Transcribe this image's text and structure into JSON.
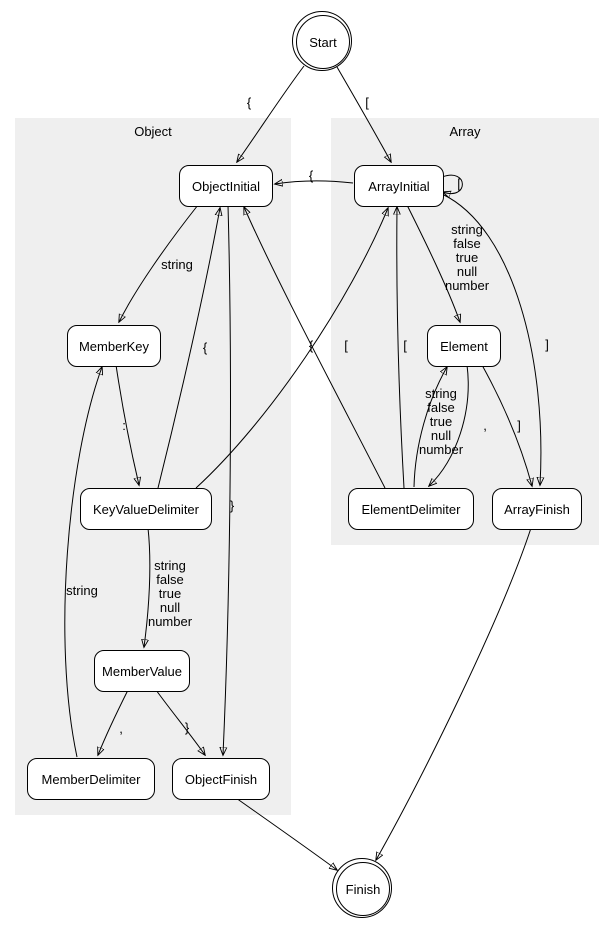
{
  "diagram": {
    "clusters": {
      "object": {
        "label": "Object"
      },
      "array": {
        "label": "Array"
      }
    },
    "nodes": {
      "start": {
        "label": "Start"
      },
      "finish": {
        "label": "Finish"
      },
      "object_initial": {
        "label": "ObjectInitial"
      },
      "member_key": {
        "label": "MemberKey"
      },
      "key_value_delimiter": {
        "label": "KeyValueDelimiter"
      },
      "member_value": {
        "label": "MemberValue"
      },
      "member_delimiter": {
        "label": "MemberDelimiter"
      },
      "object_finish": {
        "label": "ObjectFinish"
      },
      "array_initial": {
        "label": "ArrayInitial"
      },
      "element": {
        "label": "Element"
      },
      "element_delimiter": {
        "label": "ElementDelimiter"
      },
      "array_finish": {
        "label": "ArrayFinish"
      }
    },
    "edges": {
      "start_to_objectinitial": {
        "from": "Start",
        "to": "ObjectInitial",
        "label": "{"
      },
      "start_to_arrayinitial": {
        "from": "Start",
        "to": "ArrayInitial",
        "label": "["
      },
      "arrayinitial_to_objectinitial": {
        "from": "ArrayInitial",
        "to": "ObjectInitial",
        "label": "{"
      },
      "arrayinitial_self": {
        "from": "ArrayInitial",
        "to": "ArrayInitial",
        "label": "["
      },
      "arrayinitial_to_element": {
        "from": "ArrayInitial",
        "to": "Element",
        "label": "string\nfalse\ntrue\nnull\nnumber"
      },
      "arrayinitial_to_arrayfinish": {
        "from": "ArrayInitial",
        "to": "ArrayFinish",
        "label": "]"
      },
      "objectinitial_to_memberkey": {
        "from": "ObjectInitial",
        "to": "MemberKey",
        "label": "string"
      },
      "objectinitial_to_objectfinish": {
        "from": "ObjectInitial",
        "to": "ObjectFinish",
        "label": "}"
      },
      "memberkey_to_keyvaluedelimiter": {
        "from": "MemberKey",
        "to": "KeyValueDelimiter",
        "label": ":"
      },
      "keyvaluedelimiter_to_membervalue": {
        "from": "KeyValueDelimiter",
        "to": "MemberValue",
        "label": "string\nfalse\ntrue\nnull\nnumber"
      },
      "keyvaluedelimiter_to_objectinitial": {
        "from": "KeyValueDelimiter",
        "to": "ObjectInitial",
        "label": "{"
      },
      "keyvaluedelimiter_to_arrayinitial": {
        "from": "KeyValueDelimiter",
        "to": "ArrayInitial",
        "label": "["
      },
      "membervalue_to_memberdelimiter": {
        "from": "MemberValue",
        "to": "MemberDelimiter",
        "label": ","
      },
      "membervalue_to_objectfinish": {
        "from": "MemberValue",
        "to": "ObjectFinish",
        "label": "}"
      },
      "memberdelimiter_to_memberkey": {
        "from": "MemberDelimiter",
        "to": "MemberKey",
        "label": "string"
      },
      "element_to_elementdelimiter": {
        "from": "Element",
        "to": "ElementDelimiter",
        "label": ","
      },
      "element_to_arrayfinish": {
        "from": "Element",
        "to": "ArrayFinish",
        "label": "]"
      },
      "elementdelimiter_to_element": {
        "from": "ElementDelimiter",
        "to": "Element",
        "label": "string\nfalse\ntrue\nnull\nnumber"
      },
      "elementdelimiter_to_objectinitial": {
        "from": "ElementDelimiter",
        "to": "ObjectInitial",
        "label": "{"
      },
      "elementdelimiter_to_arrayinitial": {
        "from": "ElementDelimiter",
        "to": "ArrayInitial",
        "label": "["
      },
      "objectfinish_to_finish": {
        "from": "ObjectFinish",
        "to": "Finish",
        "label": ""
      },
      "arrayfinish_to_finish": {
        "from": "ArrayFinish",
        "to": "Finish",
        "label": ""
      }
    }
  }
}
